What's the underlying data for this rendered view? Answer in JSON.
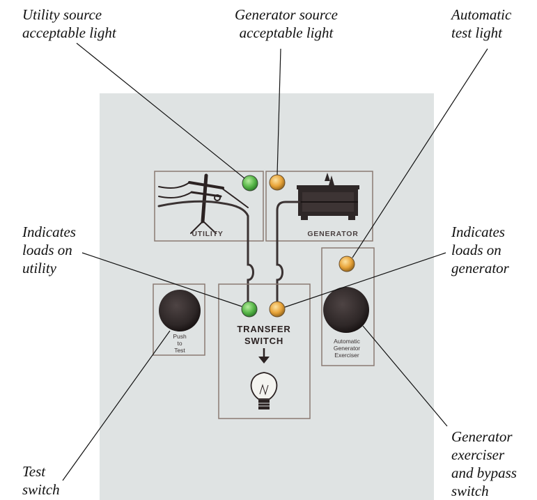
{
  "callouts": {
    "utility_source_light": [
      "Utility source",
      "acceptable light"
    ],
    "generator_source_light": [
      "Generator source",
      "acceptable light"
    ],
    "automatic_test_light": [
      "Automatic",
      "test light"
    ],
    "loads_on_utility": [
      "Indicates",
      "loads on",
      "utility"
    ],
    "loads_on_generator": [
      "Indicates",
      "loads on",
      "generator"
    ],
    "test_switch": [
      "Test",
      "switch"
    ],
    "exerciser_bypass_switch": [
      "Generator",
      "exerciser",
      "and bypass",
      "switch"
    ]
  },
  "panel": {
    "utility_label": "UTILITY",
    "generator_label": "GENERATOR",
    "transfer_switch_label": [
      "TRANSFER",
      "SWITCH"
    ],
    "push_to_test_label": [
      "Push",
      "to",
      "Test"
    ],
    "exerciser_label": [
      "Automatic",
      "Generator",
      "Exerciser"
    ]
  },
  "colors": {
    "panel_background": "#dfe3e3",
    "box_outline": "#8a7a72",
    "green_light": "#59b84a",
    "amber_light": "#e8a43a",
    "button": "#2e2727"
  },
  "icons": [
    "utility-pole-icon",
    "generator-icon",
    "arrow-down-icon",
    "light-bulb-icon"
  ]
}
